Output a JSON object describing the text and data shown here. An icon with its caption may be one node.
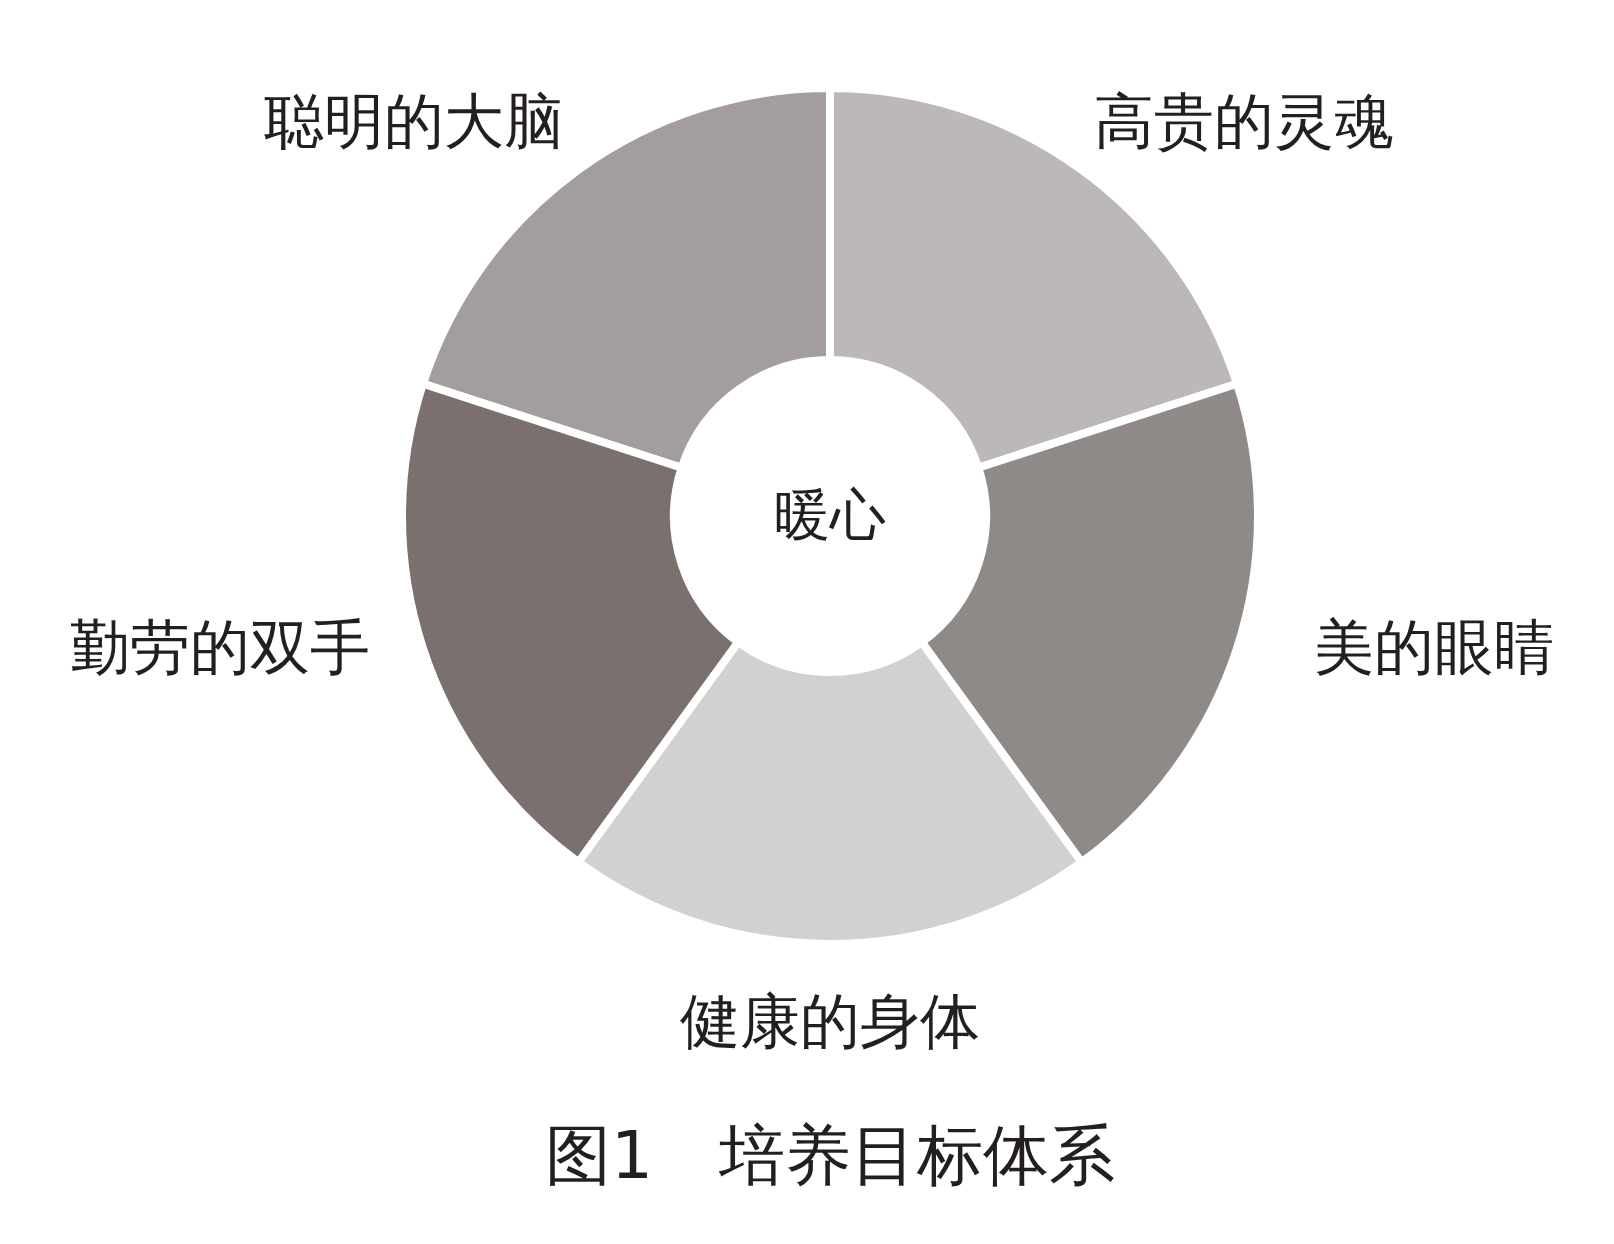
{
  "diagram": {
    "caption": "图1　培养目标体系",
    "nodes": [
      {
        "text": [
          "聪明的大脑"
        ]
      },
      {
        "text": [
          "高贵的灵魂"
        ]
      },
      {
        "text": [
          "暖心"
        ]
      },
      {
        "text": [
          "勤劳的双手"
        ]
      },
      {
        "text": [
          "美的眼睛"
        ]
      },
      {
        "text": [
          "健康的身体"
        ]
      }
    ]
  }
}
